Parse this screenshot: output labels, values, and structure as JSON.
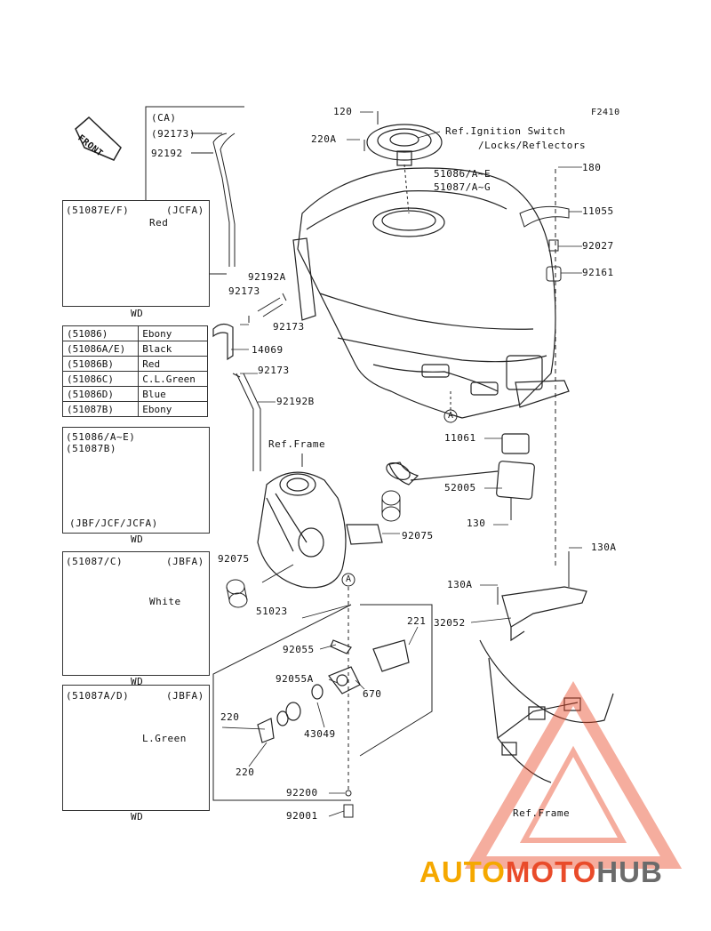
{
  "figure_id": "F2410",
  "front_tag": "FRONT",
  "insets": {
    "ca": {
      "title": "(CA)",
      "parts": [
        "(92173)",
        "92192"
      ]
    },
    "jcfa": {
      "code": "(51087E/F)",
      "region": "(JCFA)",
      "color": "Red",
      "wd": "WD"
    },
    "main_tank": {
      "code1": "(51086/A~E)",
      "code2": "(51087B)",
      "regions": "(JBF/JCF/JCFA)",
      "wd": "WD"
    },
    "jbfa_c": {
      "code": "(51087/C)",
      "region": "(JBFA)",
      "color": "White",
      "wd": "WD"
    },
    "jbfa_ad": {
      "code": "(51087A/D)",
      "region": "(JBFA)",
      "color": "L.Green",
      "wd": "WD"
    }
  },
  "color_table": [
    {
      "code": "(51086)",
      "color": "Ebony"
    },
    {
      "code": "(51086A/E)",
      "color": "Black"
    },
    {
      "code": "(51086B)",
      "color": "Red"
    },
    {
      "code": "(51086C)",
      "color": "C.L.Green"
    },
    {
      "code": "(51086D)",
      "color": "Blue"
    },
    {
      "code": "(51087B)",
      "color": "Ebony"
    }
  ],
  "callouts": {
    "p120": "120",
    "p220A": "220A",
    "ref_ignition_1": "Ref.Ignition Switch",
    "ref_ignition_2": "/Locks/Reflectors",
    "p180": "180",
    "p51086": "51086/A~E",
    "p51087": "51087/A~G",
    "p11055": "11055",
    "p92027": "92027",
    "p92161": "92161",
    "p92192A": "92192A",
    "p92173a": "92173",
    "p92173b": "92173",
    "p14069": "14069",
    "p92173c": "92173",
    "p92192B": "92192B",
    "marker_a": "A",
    "p11061": "11061",
    "ref_frame_1": "Ref.Frame",
    "p52005": "52005",
    "p130": "130",
    "p92075a": "92075",
    "p92075b": "92075",
    "p130A_1": "130A",
    "p130A_2": "130A",
    "p32052": "32052",
    "p51023": "51023",
    "p221": "221",
    "p92055": "92055",
    "p92055A": "92055A",
    "p670": "670",
    "p220a": "220",
    "p220b": "220",
    "p43049": "43049",
    "p92200": "92200",
    "p92001": "92001",
    "ref_frame_2": "Ref.Frame"
  },
  "watermark": {
    "part1": "AUTO",
    "part2": "MOTO",
    "part3": "HUB"
  },
  "colors": {
    "line": "#222222",
    "wm_yellow": "#f5a800",
    "wm_red": "#e94b2a",
    "wm_gray": "#6b6b6b"
  }
}
